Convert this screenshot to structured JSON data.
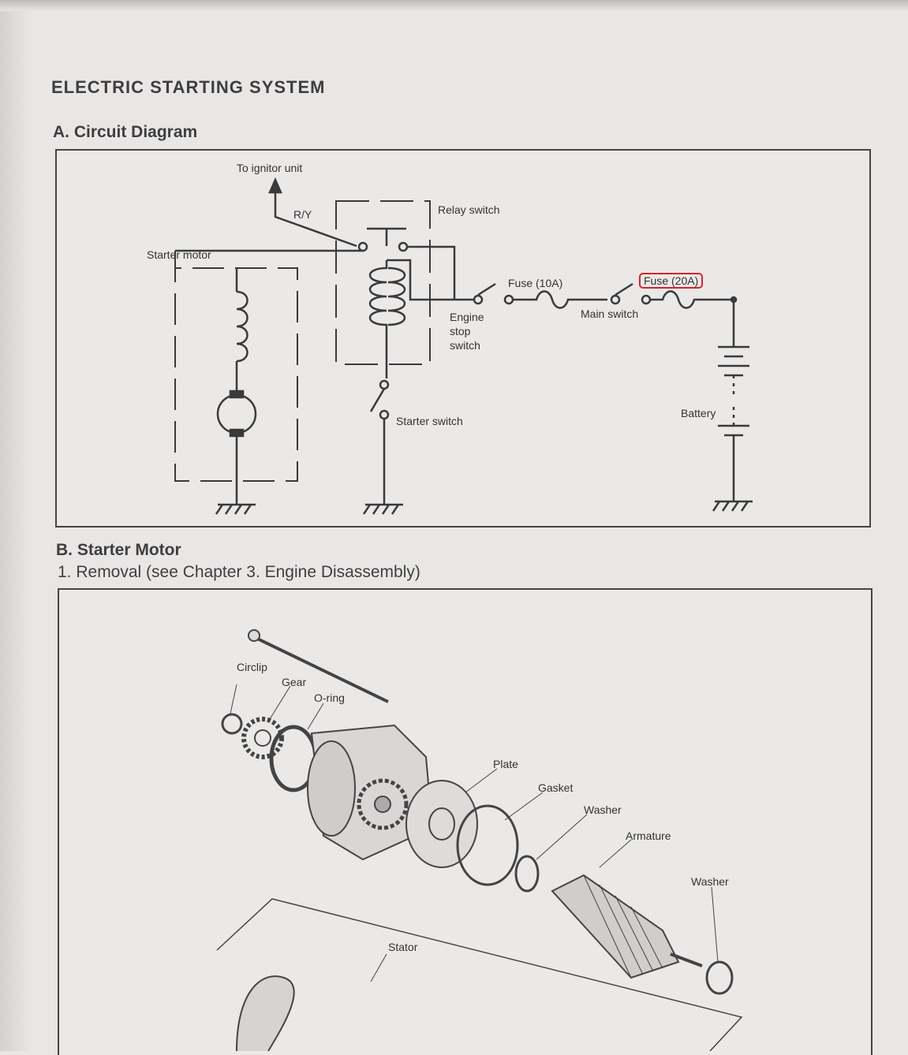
{
  "section_title": "ELECTRIC STARTING SYSTEM",
  "subsection_a": "A.  Circuit Diagram",
  "subsection_b": "B.  Starter Motor",
  "step_1": "1.  Removal (see Chapter 3. Engine Disassembly)",
  "circuit_labels": {
    "ignitor": "To ignitor unit",
    "ry": "R/Y",
    "starter_motor": "Starter  motor",
    "relay_switch": "Relay switch",
    "fuse_10a": "Fuse  (10A)",
    "fuse_20a": "Fuse  (20A)",
    "engine_stop_switch": "Engine\nstop\nswitch",
    "main_switch": "Main switch",
    "starter_switch": "Starter  switch",
    "battery": "Battery"
  },
  "exploded_labels": {
    "circlip": "Circlip",
    "gear": "Gear",
    "oring": "O-ring",
    "plate": "Plate",
    "gasket": "Gasket",
    "washer1": "Washer",
    "armature": "Armature",
    "washer2": "Washer",
    "stator": "Stator"
  },
  "colors": {
    "highlight": "#d9222a"
  }
}
